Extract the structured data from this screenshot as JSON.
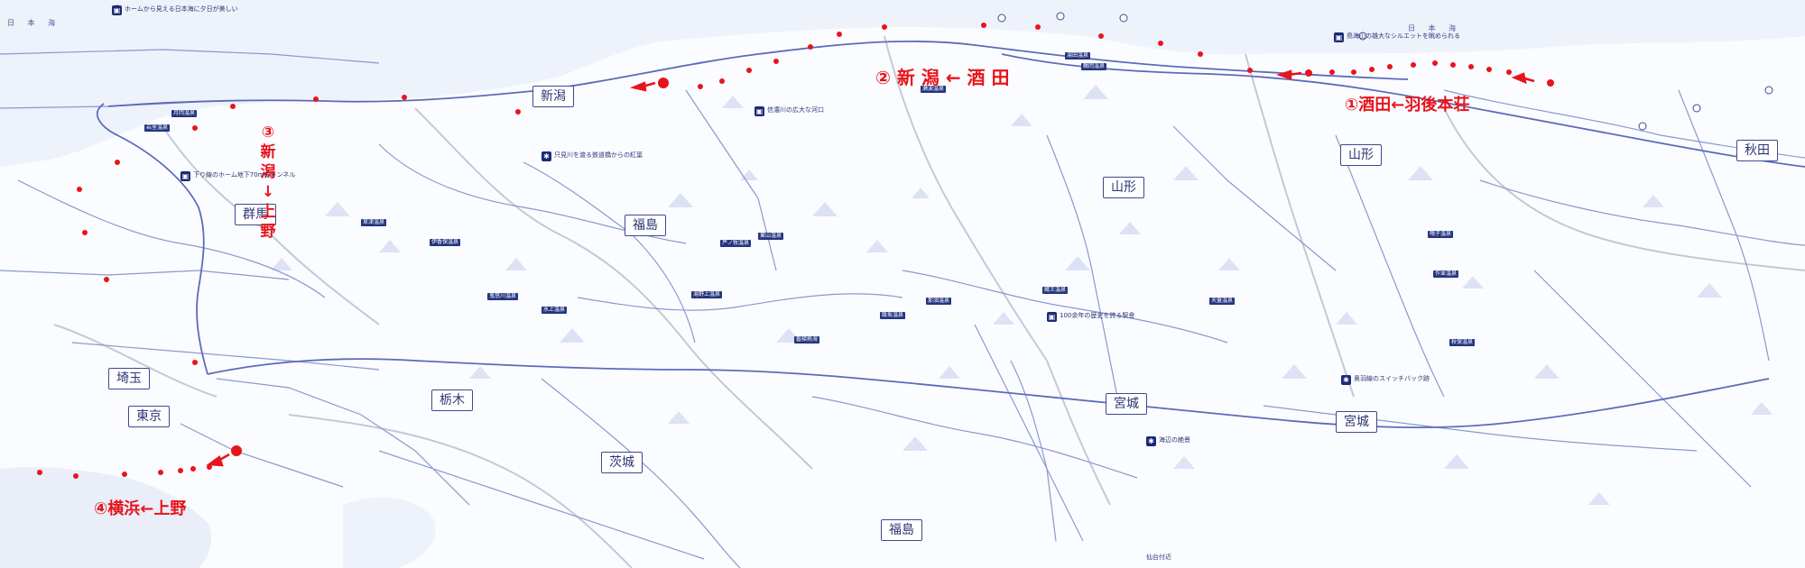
{
  "map": {
    "prefectures": [
      {
        "id": "niigata",
        "label": "新潟"
      },
      {
        "id": "yamagata-a",
        "label": "山形"
      },
      {
        "id": "yamagata-b",
        "label": "山形"
      },
      {
        "id": "akita",
        "label": "秋田"
      },
      {
        "id": "fukushima-a",
        "label": "福島"
      },
      {
        "id": "fukushima-b",
        "label": "福島"
      },
      {
        "id": "gunma",
        "label": "群馬"
      },
      {
        "id": "tochigi",
        "label": "栃木"
      },
      {
        "id": "saitama",
        "label": "埼玉"
      },
      {
        "id": "tokyo",
        "label": "東京"
      },
      {
        "id": "ibaraki",
        "label": "茨城"
      },
      {
        "id": "miyagi-a",
        "label": "宮城"
      },
      {
        "id": "miyagi-b",
        "label": "宮城"
      }
    ],
    "routes": [
      {
        "id": "route-1",
        "label": "①酒田←羽後本荘"
      },
      {
        "id": "route-2",
        "label": "② 新 潟 ← 酒 田"
      },
      {
        "id": "route-3",
        "chars": [
          "③",
          "新",
          "潟",
          "↓",
          "上",
          "野"
        ]
      },
      {
        "id": "route-4",
        "label": "④横浜←上野"
      }
    ],
    "sea_labels": [
      "日 本 海",
      "日 本 海"
    ],
    "notes": [
      "ホームから見える日本海に夕日が美しい",
      "鳥海山の雄大なシルエットを眺められる",
      "信濃川の広大な河口",
      "只見川を渡る鉄道橋からの紅葉",
      "下り線のホーム地下70mのトンネル",
      "100余年の歴史を誇る駅舎",
      "奥羽線のスイッチバック跡",
      "海辺の絶景",
      "仙台付近"
    ],
    "onsen": [
      "湯田温泉",
      "鶴岡温泉",
      "瀬波温泉",
      "月岡温泉",
      "岩室温泉",
      "東山温泉",
      "芦ノ牧温泉",
      "湯野上温泉",
      "蔵王温泉",
      "天童温泉",
      "鳴子温泉",
      "作並温泉",
      "秋保温泉",
      "那須温泉",
      "鬼怒川温泉",
      "草津温泉",
      "伊香保温泉",
      "水上温泉",
      "磐梯熱海",
      "飯坂温泉"
    ]
  }
}
